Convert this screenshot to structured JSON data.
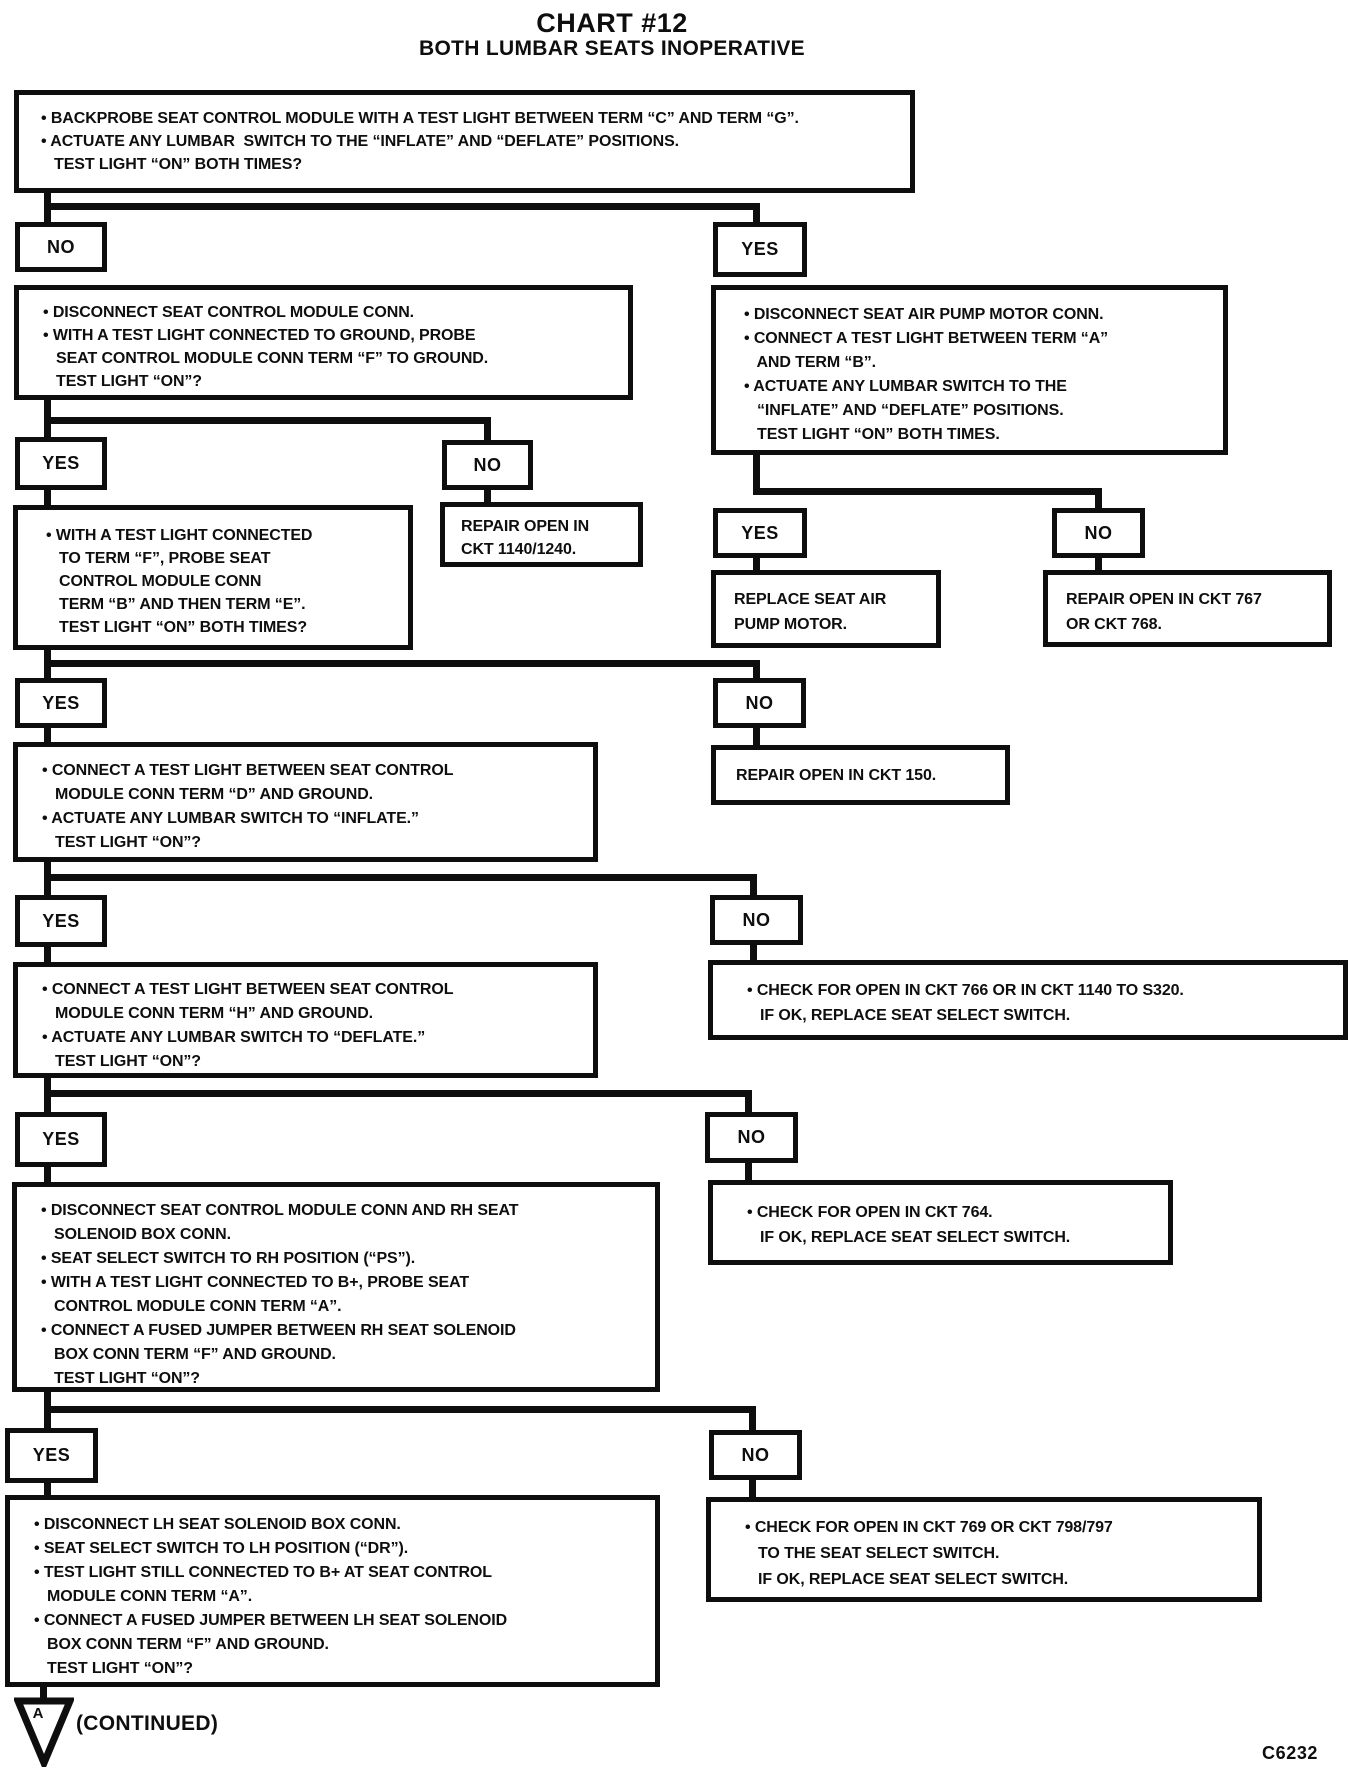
{
  "title": {
    "line1": "CHART #12",
    "line2": "BOTH LUMBAR SEATS INOPERATIVE"
  },
  "labels": {
    "yes": "YES",
    "no": "NO"
  },
  "boxes": {
    "root": {
      "lines": [
        "• BACKPROBE SEAT CONTROL MODULE WITH A TEST LIGHT BETWEEN TERM “C” AND TERM “G”.",
        "• ACTUATE ANY LUMBAR  SWITCH TO THE “INFLATE” AND “DEFLATE” POSITIONS.",
        "   TEST LIGHT “ON” BOTH TIMES?"
      ]
    },
    "disconnect_module": {
      "lines": [
        "• DISCONNECT SEAT CONTROL MODULE CONN.",
        "• WITH A TEST LIGHT CONNECTED TO GROUND, PROBE",
        "   SEAT CONTROL MODULE CONN TERM “F” TO GROUND.",
        "   TEST LIGHT “ON”?"
      ]
    },
    "air_pump_test": {
      "lines": [
        "• DISCONNECT SEAT AIR PUMP MOTOR CONN.",
        "• CONNECT A TEST LIGHT BETWEEN TERM “A”",
        "   AND TERM “B”.",
        "• ACTUATE ANY LUMBAR SWITCH TO THE",
        "   “INFLATE” AND “DEFLATE” POSITIONS.",
        "   TEST LIGHT “ON” BOTH TIMES."
      ]
    },
    "probe_b_e": {
      "lines": [
        "• WITH A TEST LIGHT CONNECTED",
        "   TO TERM “F”, PROBE SEAT",
        "   CONTROL MODULE CONN",
        "   TERM “B” AND THEN TERM “E”.",
        "   TEST LIGHT “ON” BOTH TIMES?"
      ]
    },
    "repair_1140_1240": {
      "lines": [
        "REPAIR OPEN IN",
        "CKT 1140/1240."
      ]
    },
    "replace_air_pump": {
      "lines": [
        "REPLACE SEAT AIR",
        "PUMP MOTOR."
      ]
    },
    "repair_767_768": {
      "lines": [
        "REPAIR OPEN IN CKT 767",
        "OR CKT 768."
      ]
    },
    "repair_150": {
      "lines": [
        "REPAIR OPEN IN CKT 150."
      ]
    },
    "term_d_test": {
      "lines": [
        "• CONNECT A TEST LIGHT BETWEEN SEAT CONTROL",
        "   MODULE CONN TERM “D” AND GROUND.",
        "• ACTUATE ANY LUMBAR SWITCH TO “INFLATE.”",
        "   TEST LIGHT “ON”?"
      ]
    },
    "check_766": {
      "lines": [
        "• CHECK FOR OPEN IN CKT 766 OR IN CKT 1140 TO S320.",
        "   IF OK, REPLACE SEAT SELECT SWITCH."
      ]
    },
    "term_h_test": {
      "lines": [
        "• CONNECT A TEST LIGHT BETWEEN SEAT CONTROL",
        "   MODULE CONN TERM “H” AND GROUND.",
        "• ACTUATE ANY LUMBAR SWITCH TO “DEFLATE.”",
        "   TEST LIGHT “ON”?"
      ]
    },
    "check_764": {
      "lines": [
        "• CHECK FOR OPEN IN CKT 764.",
        "   IF OK, REPLACE SEAT SELECT SWITCH."
      ]
    },
    "rh_solenoid_test": {
      "lines": [
        "• DISCONNECT SEAT CONTROL MODULE CONN AND RH SEAT",
        "   SOLENOID BOX CONN.",
        "• SEAT SELECT SWITCH TO RH POSITION (“PS”).",
        "• WITH A TEST LIGHT CONNECTED TO B+, PROBE SEAT",
        "   CONTROL MODULE CONN TERM “A”.",
        "• CONNECT A FUSED JUMPER BETWEEN RH SEAT SOLENOID",
        "   BOX CONN TERM “F” AND GROUND.",
        "   TEST LIGHT “ON”?"
      ]
    },
    "check_769": {
      "lines": [
        "• CHECK FOR OPEN IN CKT 769 OR CKT 798/797",
        "   TO THE SEAT SELECT SWITCH.",
        "   IF OK, REPLACE SEAT SELECT SWITCH."
      ]
    },
    "lh_solenoid_test": {
      "lines": [
        "• DISCONNECT LH SEAT SOLENOID BOX CONN.",
        "• SEAT SELECT SWITCH TO LH POSITION (“DR”).",
        "• TEST LIGHT STILL CONNECTED TO B+ AT SEAT CONTROL",
        "   MODULE CONN TERM “A”.",
        "• CONNECT A FUSED JUMPER BETWEEN LH SEAT SOLENOID",
        "   BOX CONN TERM “F” AND GROUND.",
        "   TEST LIGHT “ON”?"
      ]
    }
  },
  "footer": {
    "connector_letter": "A",
    "continued": "(CONTINUED)",
    "figure_code": "C6232"
  },
  "colors": {
    "ink": "#0e0e0e",
    "paper": "#ffffff"
  }
}
